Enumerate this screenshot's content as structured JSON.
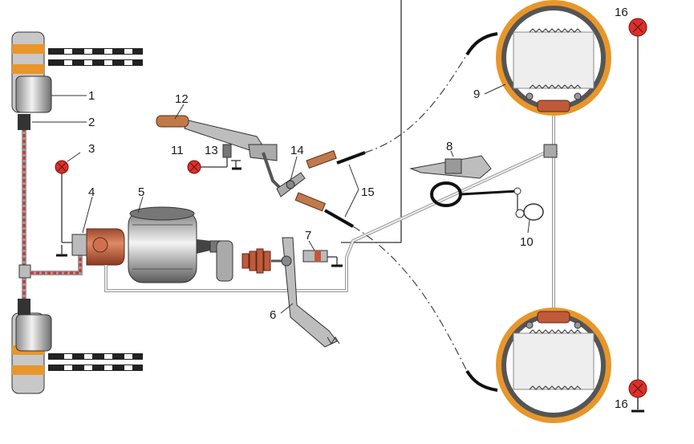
{
  "labels": {
    "n1": "1",
    "n2": "2",
    "n3": "3",
    "n4": "4",
    "n5": "5",
    "n6": "6",
    "n7": "7",
    "n8": "8",
    "n9": "9",
    "n10": "10",
    "n11": "11",
    "n12": "12",
    "n13": "13",
    "n14": "14",
    "n15": "15",
    "n16a": "16",
    "n16b": "16"
  },
  "colors": {
    "lining": "#e8962a",
    "booster": "#c05a3a",
    "lamp": "#d9302a",
    "pipe": "#9a9a9a",
    "cable": "#111111",
    "dashed_pipe": "#d03030"
  }
}
